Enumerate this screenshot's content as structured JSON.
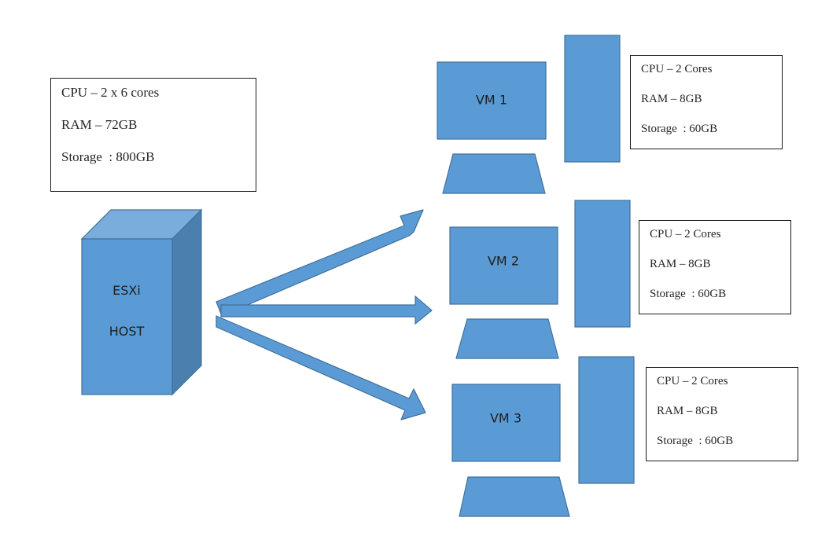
{
  "diagram": {
    "colors": {
      "shape_fill": "#5b9bd5",
      "shape_stroke": "#41719c",
      "cube_top": "#7aaddb",
      "cube_side": "#4a7fae",
      "box_border": "#1a1a1a",
      "text": "#262626"
    },
    "host": {
      "label_line1": "ESXi",
      "label_line2": "HOST",
      "specs": {
        "cpu": "CPU – 2 x 6 cores",
        "ram": "RAM – 72GB",
        "storage": "Storage  : 800GB"
      }
    },
    "vms": [
      {
        "label": "VM 1",
        "specs": {
          "cpu": "CPU – 2 Cores",
          "ram": "RAM – 8GB",
          "storage": "Storage  : 60GB"
        }
      },
      {
        "label": "VM 2",
        "specs": {
          "cpu": "CPU – 2 Cores",
          "ram": "RAM – 8GB",
          "storage": "Storage  : 60GB"
        }
      },
      {
        "label": "VM 3",
        "specs": {
          "cpu": "CPU – 2 Cores",
          "ram": "RAM – 8GB",
          "storage": "Storage  : 60GB"
        }
      }
    ],
    "connections": [
      {
        "from": "ESXi HOST",
        "to": "VM 1"
      },
      {
        "from": "ESXi HOST",
        "to": "VM 2"
      },
      {
        "from": "ESXi HOST",
        "to": "VM 3"
      }
    ]
  }
}
